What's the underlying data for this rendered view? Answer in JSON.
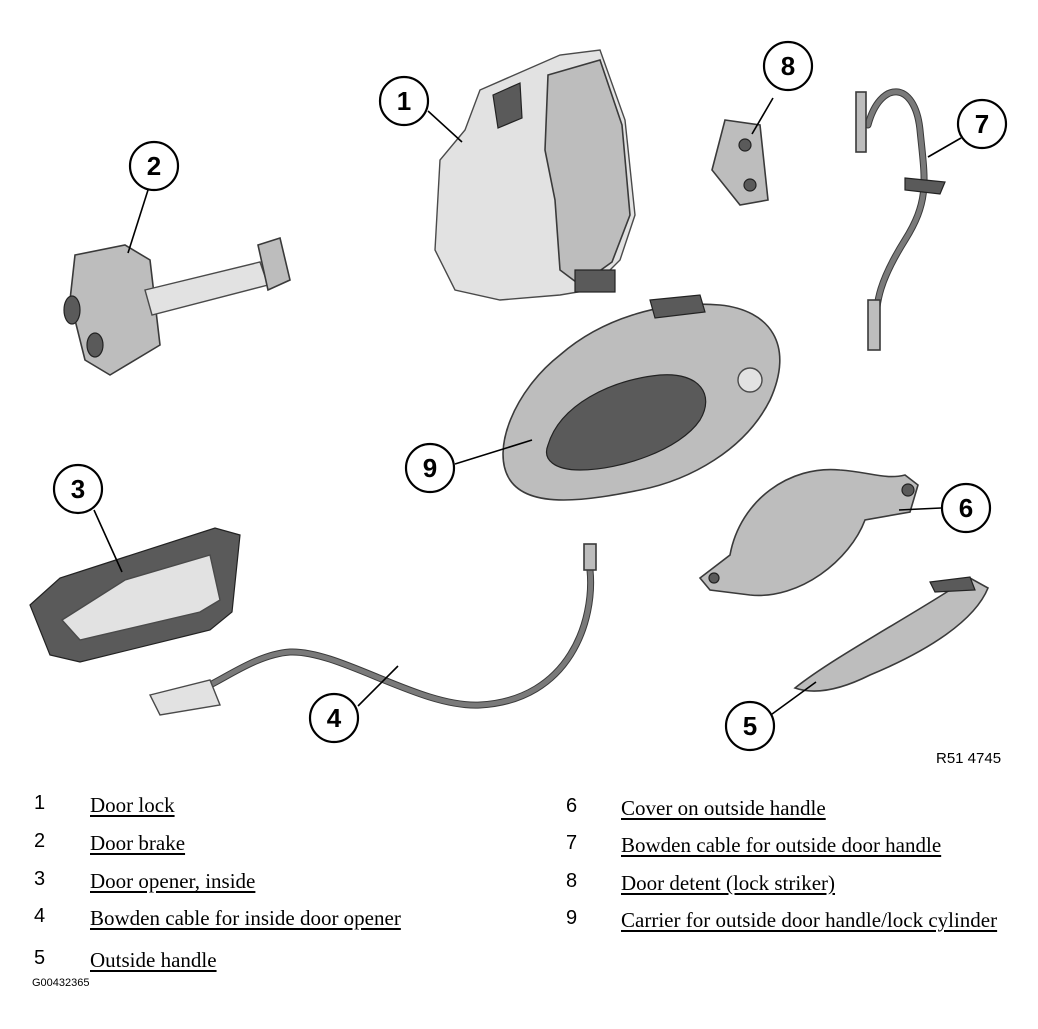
{
  "callouts": [
    "1",
    "2",
    "3",
    "4",
    "5",
    "6",
    "7",
    "8",
    "9"
  ],
  "reference_code": "R51 4745",
  "document_code": "G00432365",
  "legend": [
    {
      "number": "1",
      "label": "Door lock"
    },
    {
      "number": "2",
      "label": "Door brake"
    },
    {
      "number": "3",
      "label": "Door opener, inside"
    },
    {
      "number": "4",
      "label": "Bowden cable for inside door opener"
    },
    {
      "number": "5",
      "label": "Outside handle"
    },
    {
      "number": "6",
      "label": "Cover on outside handle"
    },
    {
      "number": "7",
      "label": "Bowden cable for outside door handle"
    },
    {
      "number": "8",
      "label": "Door detent (lock striker)"
    },
    {
      "number": "9",
      "label": "Carrier for outside door handle/lock cylinder"
    }
  ]
}
